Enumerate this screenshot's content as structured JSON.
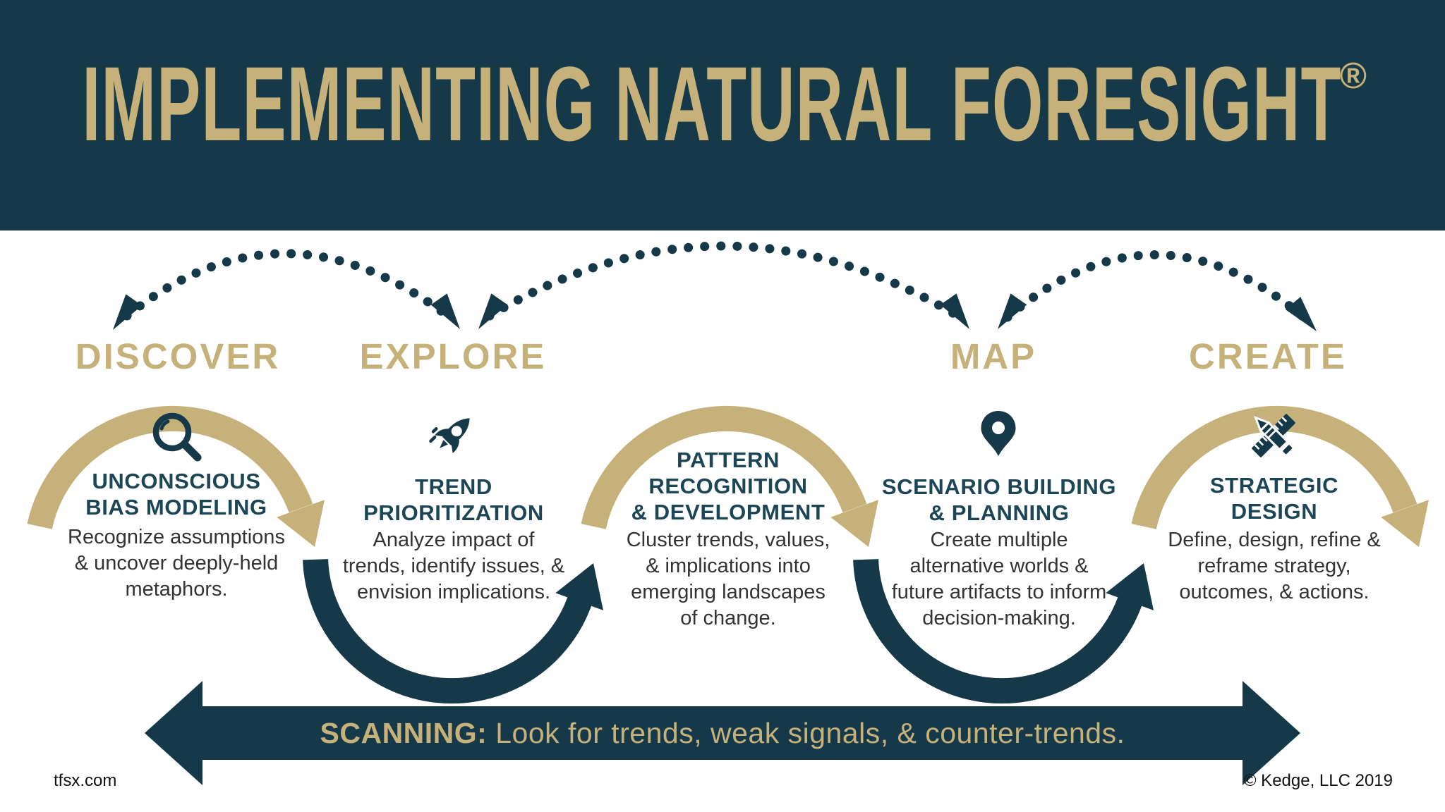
{
  "header": {
    "title": "IMPLEMENTING NATURAL FORESIGHT",
    "registered_mark": "®"
  },
  "phases": [
    {
      "label": "DISCOVER",
      "icon": "magnifier-icon",
      "heading_lines": [
        "UNCONSCIOUS",
        "BIAS MODELING"
      ],
      "description_lines": [
        "Recognize assumptions",
        "& uncover deeply-held",
        "metaphors."
      ]
    },
    {
      "label": "EXPLORE",
      "icon": "rocket-icon",
      "heading_lines": [
        "TREND",
        "PRIORITIZATION"
      ],
      "description_lines": [
        "Analyze impact of",
        "trends, identify issues, &",
        "envision implications."
      ]
    },
    {
      "label": "",
      "icon": "",
      "heading_lines": [
        "PATTERN",
        "RECOGNITION",
        "& DEVELOPMENT"
      ],
      "description_lines": [
        "Cluster trends, values,",
        "& implications into",
        "emerging landscapes",
        "of change."
      ]
    },
    {
      "label": "MAP",
      "icon": "map-pin-icon",
      "heading_lines": [
        "SCENARIO BUILDING",
        "& PLANNING"
      ],
      "description_lines": [
        "Create multiple",
        "alternative worlds &",
        "future artifacts to inform",
        "decision-making."
      ]
    },
    {
      "label": "CREATE",
      "icon": "pencil-ruler-icon",
      "heading_lines": [
        "STRATEGIC",
        "DESIGN"
      ],
      "description_lines": [
        "Define, design, refine &",
        "reframe strategy,",
        "outcomes, & actions."
      ]
    }
  ],
  "scanning": {
    "label": "SCANNING:",
    "text": " Look for trends, weak signals, & counter-trends."
  },
  "footer": {
    "site": "tfsx.com",
    "copyright": "© Kedge, LLC 2019"
  },
  "colors": {
    "teal": "#16394A",
    "gold": "#C5B179",
    "heading_teal": "#1C4656",
    "body_text": "#333333",
    "background": "#FFFFFF"
  }
}
